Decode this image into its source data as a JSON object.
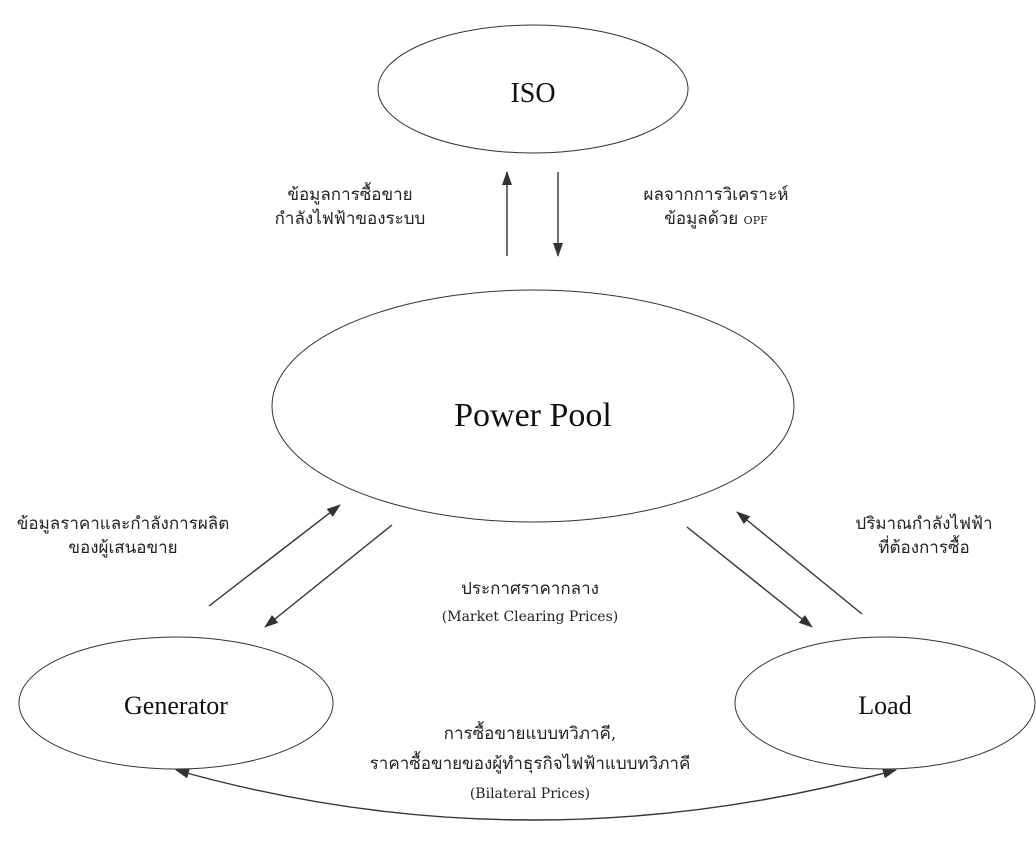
{
  "nodes": {
    "iso": "ISO",
    "power_pool": "Power Pool",
    "generator": "Generator",
    "load": "Load"
  },
  "labels": {
    "iso_up_line1": "ข้อมูลการซื้อขาย",
    "iso_up_line2": "กำลังไฟฟ้าของระบบ",
    "iso_down_line1": "ผลจากการวิเคราะห์",
    "iso_down_line2_thai": "ข้อมูลด้วย",
    "iso_down_line2_abbr": "OPF",
    "gen_line1": "ข้อมูลราคาและกำลังการผลิต",
    "gen_line2": "ของผู้เสนอขาย",
    "load_line1": "ปริมาณกำลังไฟฟ้า",
    "load_line2": "ที่ต้องการซื้อ",
    "mcp_line1": "ประกาศราคากลาง",
    "mcp_line2": "(Market Clearing Prices)",
    "bilateral_line1": "การซื้อขายแบบทวิภาคี,",
    "bilateral_line2": "ราคาซื้อขายของผู้ทำธุรกิจไฟฟ้าแบบทวิภาคี",
    "bilateral_line3": "(Bilateral Prices)"
  }
}
